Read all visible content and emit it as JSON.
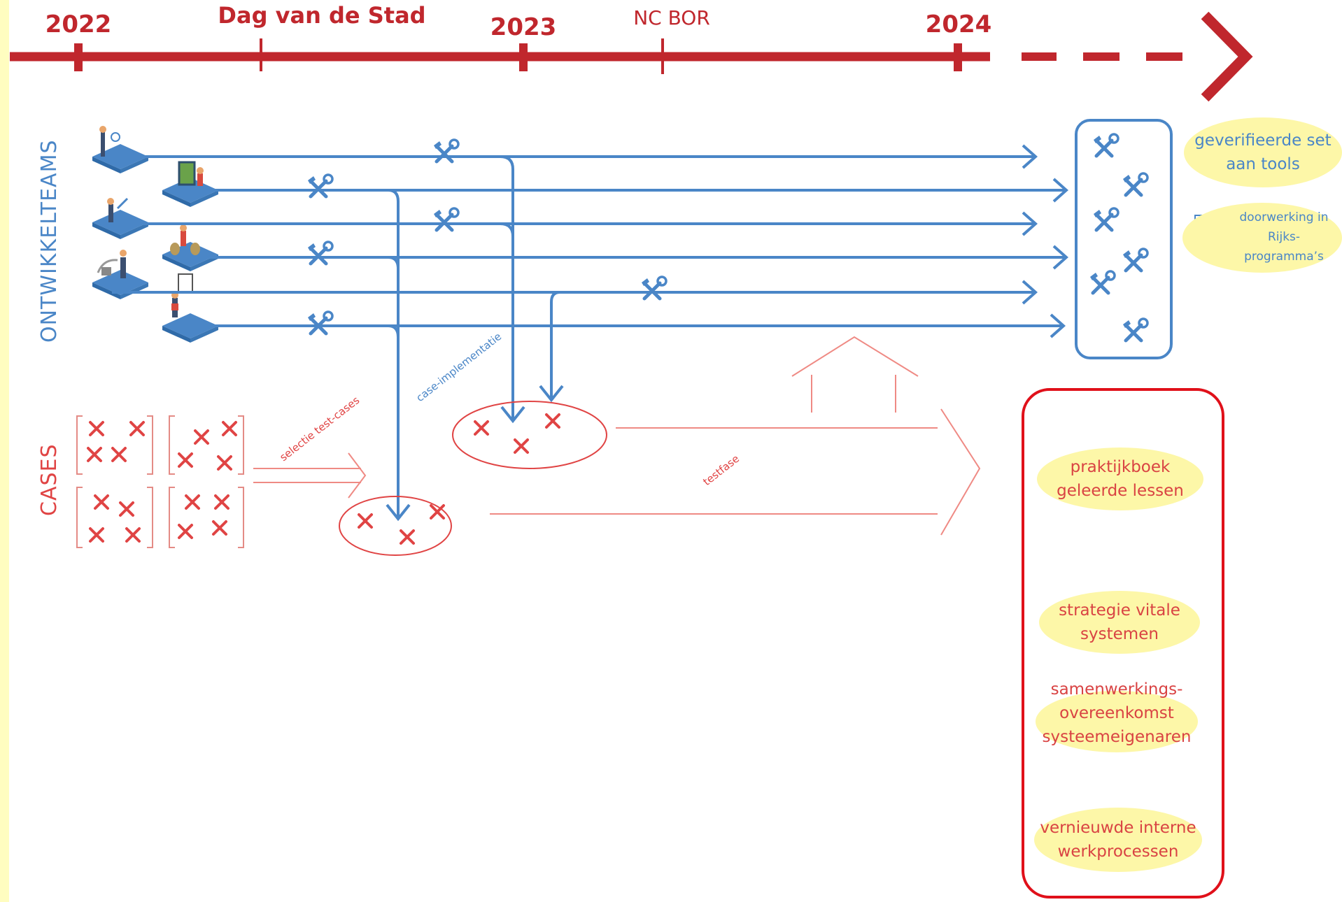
{
  "timeline": {
    "years": [
      "2022",
      "2023",
      "2024"
    ],
    "milestones": [
      "Dag van de Stad",
      "NC BOR"
    ]
  },
  "rows": {
    "teams_label": "ONTWIKKELTEAMS",
    "cases_label": "CASES"
  },
  "annotations": {
    "selection": "selectie test-cases",
    "implementation": "case-implementatie",
    "testphase": "testfase"
  },
  "outcomes_teams": {
    "tools_line1": "geverifieerde set",
    "tools_line2": "aan tools",
    "rijks_line1": "doorwerking in",
    "rijks_line2": "Rijks-",
    "rijks_line3": "programma’s"
  },
  "outcomes_cases": [
    {
      "line1": "praktijkboek",
      "line2": "geleerde lessen"
    },
    {
      "line1": "strategie vitale",
      "line2": "systemen"
    },
    {
      "line1": "samenwerkings-",
      "line2": "overeenkomst",
      "line3": "systeemeigenaren"
    },
    {
      "line1": "vernieuwde interne",
      "line2": "werkprocessen"
    }
  ],
  "colors": {
    "timeline_red": "#c0272d",
    "team_blue": "#4a86c7",
    "case_red": "#e04444",
    "highlight_yellow": "#fdf7a8",
    "box_red": "#e0101a"
  },
  "icons": {
    "tool": "wrench-hammer-icon",
    "case": "x-mark-icon",
    "document": "document-icon",
    "team": "isometric-team-tile-icon"
  }
}
